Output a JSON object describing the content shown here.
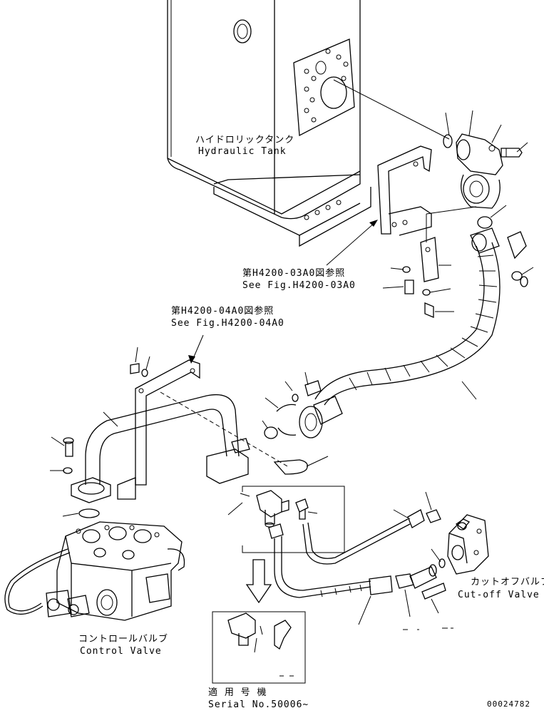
{
  "labels": {
    "tank_jp": "ハイドロリックタンク",
    "tank_en": "Hydraulic Tank",
    "ref1_jp": "第H4200-03A0図参照",
    "ref1_en": "See Fig.H4200-03A0",
    "ref2_jp": "第H4200-04A0図参照",
    "ref2_en": "See Fig.H4200-04A0",
    "control_jp": "コントロールバルブ",
    "control_en": "Control Valve",
    "cutoff_jp": "カットオフバルブ",
    "cutoff_en": "Cut-off Valve",
    "serial_jp": "適 用 号 機",
    "serial_en": "Serial No.50006~",
    "drawing_no": "00024782"
  },
  "icons": [
    "hydraulic-tank",
    "flange",
    "hose",
    "tube-pipe",
    "elbow-fitting",
    "control-valve",
    "cut-off-valve",
    "bolt",
    "o-ring",
    "bracket",
    "arrow-down"
  ]
}
